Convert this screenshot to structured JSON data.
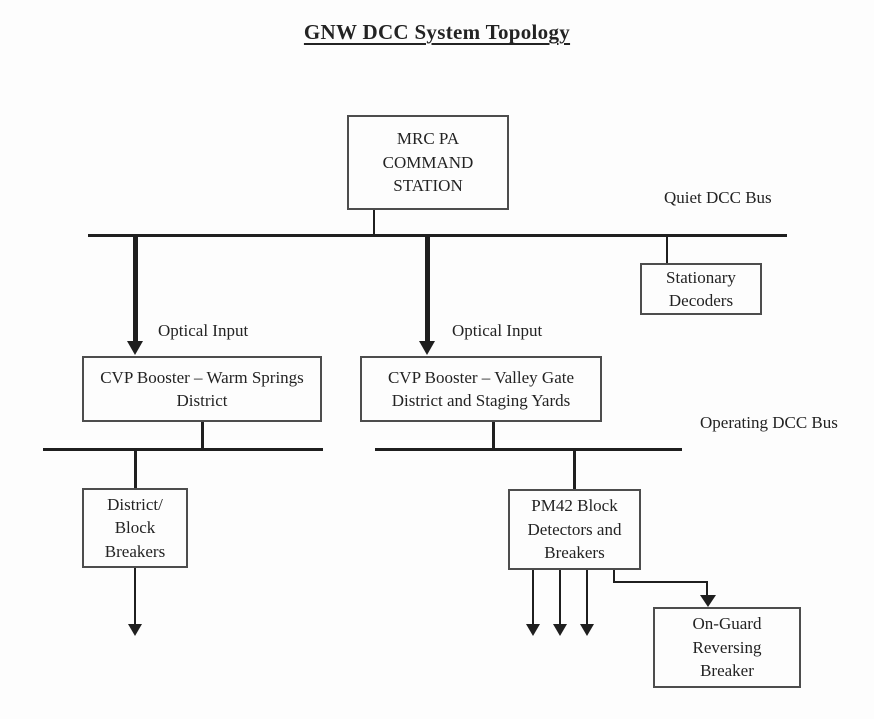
{
  "title": "GNW DCC System Topology",
  "labels": {
    "quiet_bus": "Quiet DCC Bus",
    "operating_bus": "Operating DCC Bus",
    "optical_input_left": "Optical Input",
    "optical_input_right": "Optical Input"
  },
  "nodes": {
    "command_station": {
      "label": "MRC PA\nCOMMAND\nSTATION"
    },
    "stationary_decoders": {
      "label": "Stationary\nDecoders"
    },
    "cvp_warm_springs": {
      "label": "CVP Booster – Warm Springs\nDistrict"
    },
    "cvp_valley_gate": {
      "label": "CVP Booster – Valley Gate\nDistrict and Staging Yards"
    },
    "district_block_breakers": {
      "label": "District/\nBlock\nBreakers"
    },
    "pm42": {
      "label": "PM42 Block\nDetectors and\nBreakers"
    },
    "on_guard": {
      "label": "On-Guard\nReversing\nBreaker"
    }
  },
  "edges": [
    {
      "from": "command_station",
      "to": "quiet_dcc_bus",
      "type": "line"
    },
    {
      "from": "quiet_dcc_bus",
      "to": "stationary_decoders",
      "type": "line"
    },
    {
      "from": "quiet_dcc_bus",
      "to": "cvp_warm_springs",
      "type": "arrow",
      "label": "Optical Input"
    },
    {
      "from": "quiet_dcc_bus",
      "to": "cvp_valley_gate",
      "type": "arrow",
      "label": "Optical Input"
    },
    {
      "from": "cvp_warm_springs",
      "to": "operating_dcc_bus_left",
      "type": "line"
    },
    {
      "from": "operating_dcc_bus_left",
      "to": "district_block_breakers",
      "type": "line"
    },
    {
      "from": "district_block_breakers",
      "to": "output",
      "type": "arrow"
    },
    {
      "from": "cvp_valley_gate",
      "to": "operating_dcc_bus_right",
      "type": "line"
    },
    {
      "from": "operating_dcc_bus_right",
      "to": "pm42",
      "type": "line"
    },
    {
      "from": "pm42",
      "to": "output-1",
      "type": "arrow"
    },
    {
      "from": "pm42",
      "to": "output-2",
      "type": "arrow"
    },
    {
      "from": "pm42",
      "to": "output-3",
      "type": "arrow"
    },
    {
      "from": "pm42",
      "to": "on_guard",
      "type": "arrow"
    }
  ],
  "colors": {
    "line": "#1f1f1f",
    "box_border": "#4d4d4d",
    "text": "#232323",
    "background": "#fdfdfd"
  }
}
